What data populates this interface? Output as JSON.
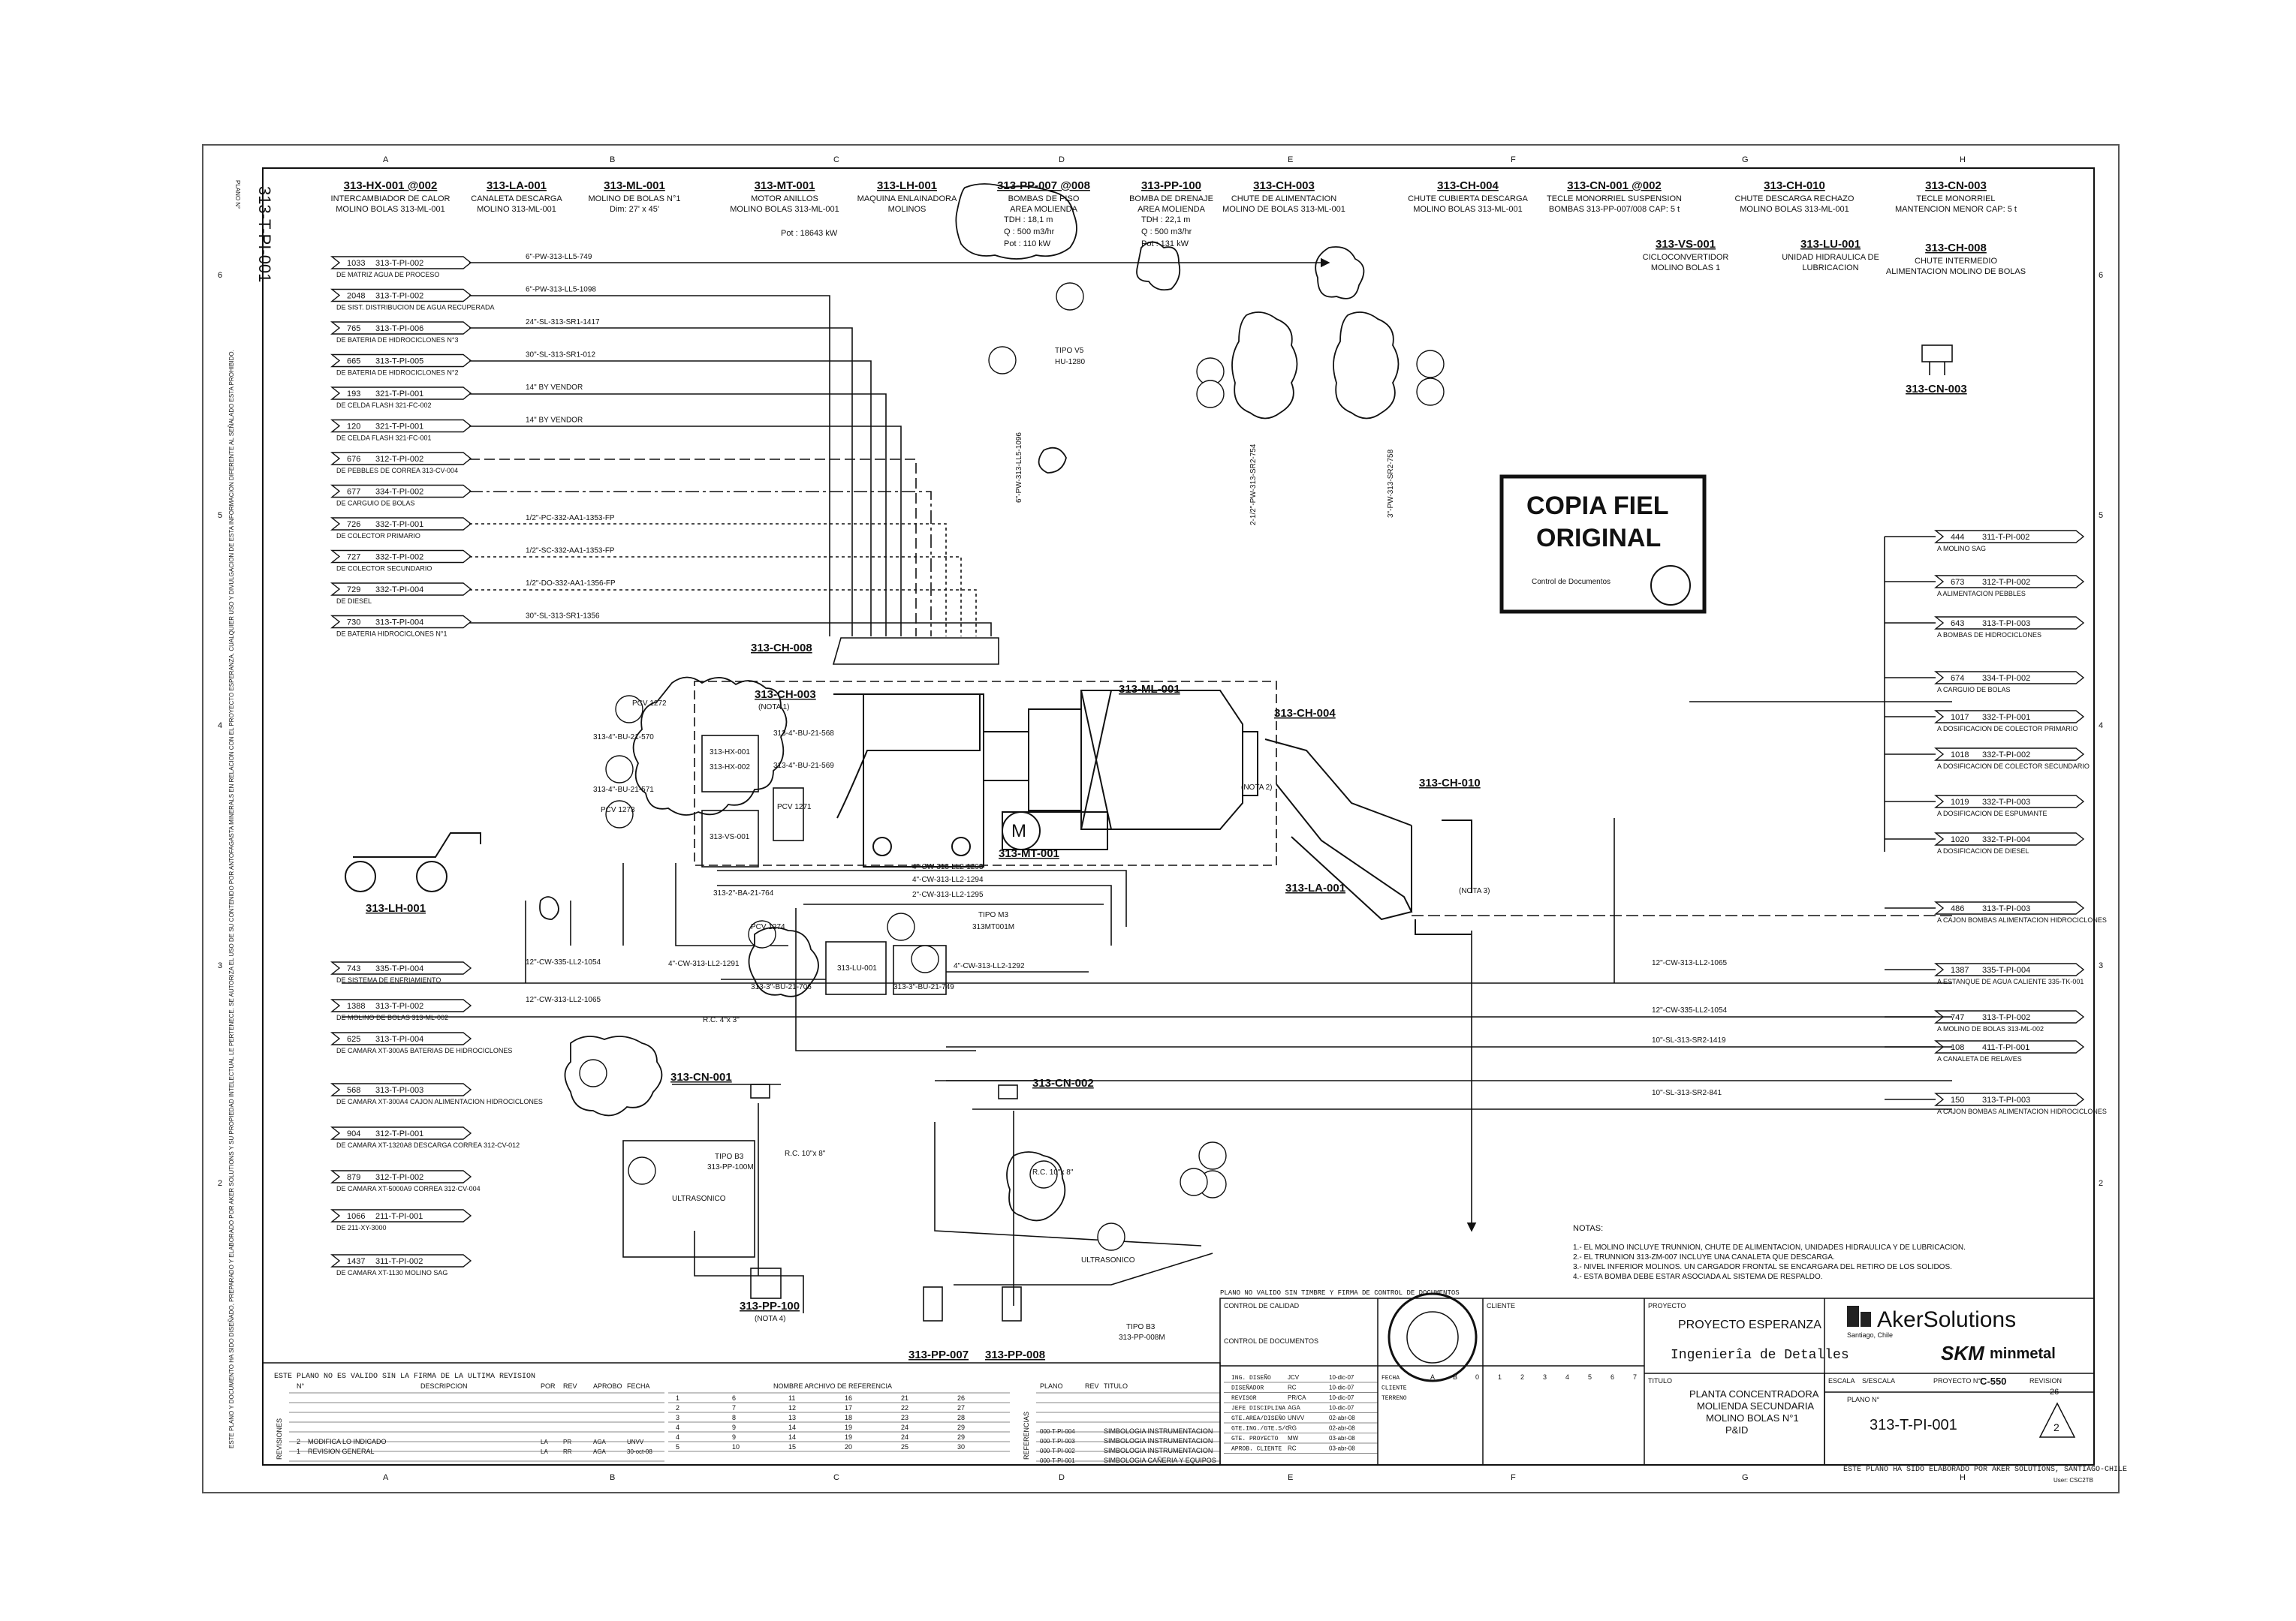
{
  "sheet": {
    "plan_number": "313-T-PI-001",
    "plano_label": "PLANO N°",
    "col_letters": [
      "A",
      "B",
      "C",
      "D",
      "E",
      "F",
      "G",
      "H"
    ],
    "row_numbers": [
      "6",
      "5",
      "4",
      "3",
      "2"
    ],
    "side_note": "ESTE PLANO Y DOCUMENTO HA SIDO DISEÑADO, PREPARADO Y ELABORADO POR AKER SOLUTIONS Y SU PROPIEDAD INTELECTUAL LE PERTENECE. SE AUTORIZA EL USO DE SU CONTENIDO POR ANTOFAGASTA MINERALS EN RELACION CON EL PROYECTO ESPERANZA. CUALQUIER USO Y DIVULGACION DE ESTA INFORMACION DIFERENTE AL SEÑALADO ESTA PROHIBIDO."
  },
  "equipment_headers": [
    {
      "tag": "313-HX-001 @002",
      "desc1": "INTERCAMBIADOR DE CALOR",
      "desc2": "MOLINO BOLAS 313-ML-001"
    },
    {
      "tag": "313-LA-001",
      "desc1": "CANALETA  DESCARGA",
      "desc2": "MOLINO 313-ML-001"
    },
    {
      "tag": "313-ML-001",
      "desc1": "MOLINO DE BOLAS N°1",
      "desc2": "Dim: 27' x 45'"
    },
    {
      "tag": "313-MT-001",
      "desc1": "MOTOR ANILLOS",
      "desc2": "MOLINO BOLAS 313-ML-001"
    },
    {
      "tag": "313-LH-001",
      "desc1": "MAQUINA ENLAINADORA",
      "desc2": "MOLINOS"
    },
    {
      "tag": "313-PP-007 @008",
      "desc1": "BOMBAS DE PISO",
      "desc2": "AREA MOLIENDA"
    },
    {
      "tag": "313-PP-100",
      "desc1": "BOMBA DE DRENAJE",
      "desc2": "AREA MOLIENDA"
    },
    {
      "tag": "313-CH-003",
      "desc1": "CHUTE DE ALIMENTACION",
      "desc2": "MOLINO DE BOLAS 313-ML-001"
    },
    {
      "tag": "313-CH-004",
      "desc1": "CHUTE CUBIERTA DESCARGA",
      "desc2": "MOLINO BOLAS 313-ML-001"
    },
    {
      "tag": "313-CN-001 @002",
      "desc1": "TECLE MONORRIEL SUSPENSION",
      "desc2": "BOMBAS 313-PP-007/008 CAP: 5 t"
    },
    {
      "tag": "313-CH-010",
      "desc1": "CHUTE DESCARGA RECHAZO",
      "desc2": "MOLINO BOLAS 313-ML-001"
    },
    {
      "tag": "313-CN-003",
      "desc1": "TECLE MONORRIEL",
      "desc2": "MANTENCION MENOR CAP: 5 t"
    }
  ],
  "equipment_headers_row2": [
    {
      "tag": "313-VS-001",
      "desc1": "CICLOCONVERTIDOR",
      "desc2": "MOLINO BOLAS 1"
    },
    {
      "tag": "313-LU-001",
      "desc1": "UNIDAD HIDRAULICA DE",
      "desc2": "LUBRICACION"
    },
    {
      "tag": "313-CH-008",
      "desc1": "CHUTE INTERMEDIO",
      "desc2": "ALIMENTACION MOLINO DE BOLAS"
    }
  ],
  "pump_data": {
    "mt_pot": "Pot : 18643 kW",
    "pp007_tdh": "TDH : 18,1 m",
    "pp007_q": "Q : 500 m3/hr",
    "pp007_pot": "Pot : 110 kW",
    "pp100_tdh": "TDH : 22,1 m",
    "pp100_q": "Q : 500 m3/hr",
    "pp100_pot": "Pot : 131 kW"
  },
  "left_connectors": [
    {
      "num": "1033",
      "ref": "313-T-PI-002",
      "desc": "DE MATRIZ AGUA DE PROCESO",
      "line": "6\"-PW-313-LL5-749"
    },
    {
      "num": "2048",
      "ref": "313-T-PI-002",
      "desc": "DE SIST. DISTRIBUCION DE AGUA RECUPERADA",
      "line": "6\"-PW-313-LL5-1098"
    },
    {
      "num": "765",
      "ref": "313-T-PI-006",
      "desc": "DE BATERIA DE HIDROCICLONES N°3",
      "line": "24\"-SL-313-SR1-1417"
    },
    {
      "num": "665",
      "ref": "313-T-PI-005",
      "desc": "DE BATERIA DE HIDROCICLONES N°2",
      "line": "30\"-SL-313-SR1-012"
    },
    {
      "num": "193",
      "ref": "321-T-PI-001",
      "desc": "DE CELDA FLASH 321-FC-002",
      "line": "14\" BY VENDOR"
    },
    {
      "num": "120",
      "ref": "321-T-PI-001",
      "desc": "DE CELDA FLASH 321-FC-001",
      "line": "14\" BY VENDOR"
    },
    {
      "num": "676",
      "ref": "312-T-PI-002",
      "desc": "DE PEBBLES DE CORREA 313-CV-004",
      "line": ""
    },
    {
      "num": "677",
      "ref": "334-T-PI-002",
      "desc": "DE CARGUIO DE BOLAS",
      "line": ""
    },
    {
      "num": "726",
      "ref": "332-T-PI-001",
      "desc": "DE COLECTOR PRIMARIO",
      "line": "1/2\"-PC-332-AA1-1353-FP"
    },
    {
      "num": "727",
      "ref": "332-T-PI-002",
      "desc": "DE COLECTOR SECUNDARIO",
      "line": "1/2\"-SC-332-AA1-1353-FP"
    },
    {
      "num": "729",
      "ref": "332-T-PI-004",
      "desc": "DE DIESEL",
      "line": "1/2\"-DO-332-AA1-1356-FP"
    },
    {
      "num": "730",
      "ref": "313-T-PI-004",
      "desc": "DE BATERIA HIDROCICLONES N°1",
      "line": "30\"-SL-313-SR1-1356"
    }
  ],
  "left_connectors_low": [
    {
      "num": "743",
      "ref": "335-T-PI-004",
      "desc": "DE SISTEMA DE ENFRIAMIENTO",
      "line": "12\"-CW-335-LL2-1054"
    },
    {
      "num": "1388",
      "ref": "313-T-PI-002",
      "desc": "DE MOLINO DE BOLAS 313-ML-002",
      "line": "12\"-CW-313-LL2-1065"
    },
    {
      "num": "625",
      "ref": "313-T-PI-004",
      "desc": "DE CAMARA XT-300A5 BATERIAS DE HIDROCICLONES",
      "line": ""
    },
    {
      "num": "568",
      "ref": "313-T-PI-003",
      "desc": "DE CAMARA XT-300A4 CAJON ALIMENTACION HIDROCICLONES",
      "line": ""
    },
    {
      "num": "904",
      "ref": "312-T-PI-001",
      "desc": "DE CAMARA XT-1320A8 DESCARGA CORREA 312-CV-012",
      "line": ""
    },
    {
      "num": "879",
      "ref": "312-T-PI-002",
      "desc": "DE CAMARA XT-5000A9 CORREA 312-CV-004",
      "line": ""
    },
    {
      "num": "1066",
      "ref": "211-T-PI-001",
      "desc": "DE 211-XY-3000",
      "line": ""
    },
    {
      "num": "1437",
      "ref": "311-T-PI-002",
      "desc": "DE CAMARA XT-1130 MOLINO SAG",
      "line": ""
    }
  ],
  "right_connectors": [
    {
      "num": "444",
      "ref": "311-T-PI-002",
      "desc": "A MOLINO SAG"
    },
    {
      "num": "673",
      "ref": "312-T-PI-002",
      "desc": "A ALIMENTACION PEBBLES"
    },
    {
      "num": "643",
      "ref": "313-T-PI-003",
      "desc": "A BOMBAS DE HIDROCICLONES"
    },
    {
      "num": "674",
      "ref": "334-T-PI-002",
      "desc": "A CARGUIO DE BOLAS"
    },
    {
      "num": "1017",
      "ref": "332-T-PI-001",
      "desc": "A DOSIFICACION DE COLECTOR PRIMARIO"
    },
    {
      "num": "1018",
      "ref": "332-T-PI-002",
      "desc": "A DOSIFICACION DE COLECTOR SECUNDARIO"
    },
    {
      "num": "1019",
      "ref": "332-T-PI-003",
      "desc": "A DOSIFICACION DE ESPUMANTE"
    },
    {
      "num": "1020",
      "ref": "332-T-PI-004",
      "desc": "A DOSIFICACION DE DIESEL"
    }
  ],
  "right_connectors_low": [
    {
      "num": "486",
      "ref": "313-T-PI-003",
      "desc": "A CAJON BOMBAS ALIMENTACION HIDROCICLONES",
      "line": ""
    },
    {
      "num": "1387",
      "ref": "335-T-PI-004",
      "desc": "A ESTANQUE DE AGUA CALIENTE 335-TK-001",
      "line": "12\"-CW-313-LL2-1065"
    },
    {
      "num": "747",
      "ref": "313-T-PI-002",
      "desc": "A MOLINO DE BOLAS 313-ML-002",
      "line": "12\"-CW-335-LL2-1054"
    },
    {
      "num": "108",
      "ref": "411-T-PI-001",
      "desc": "A CANALETA DE RELAVES",
      "line": "10\"-SL-313-SR2-1419"
    },
    {
      "num": "150",
      "ref": "313-T-PI-003",
      "desc": "A CAJON BOMBAS ALIMENTACION HIDROCICLONES",
      "line": "10\"-SL-313-SR2-841"
    }
  ],
  "diagram_tags": {
    "ch008": "313-CH-008",
    "ch003": "313-CH-003",
    "nota1": "(NOTA 1)",
    "ml001": "313-ML-001",
    "mt001": "313-MT-001",
    "ch004": "313-CH-004",
    "ch010": "313-CH-010",
    "la001": "313-LA-001",
    "lh001": "313-LH-001",
    "cn001": "313-CN-001",
    "cn002": "313-CN-002",
    "cn003": "313-CN-003",
    "pp100": "313-PP-100",
    "nota4": "(NOTA 4)",
    "pp007": "313-PP-007",
    "pp008": "313-PP-008",
    "hx001": "313-HX-001",
    "hx002": "313-HX-002",
    "vs001": "313-VS-001",
    "lu001": "313-LU-001",
    "nota2": "(NOTA 2)",
    "nota3": "(NOTA 3)",
    "motor": "M",
    "pcv1271": "PCV 1271",
    "pcv1272": "PCV 1272",
    "pcv1273": "PCV 1273",
    "pcv1274": "PCV 1274",
    "bu570": "313-4\"-BU-21-570",
    "bu571": "313-4\"-BU-21-571",
    "bu568": "313-4\"-BU-21-568",
    "bu569": "313-4\"-BU-21-569",
    "ba764": "313-2\"-BA-21-764",
    "cw1293": "4\"-CW-313-LL2-1293",
    "cw1294": "4\"-CW-313-LL2-1294",
    "cw1295": "2\"-CW-313-LL2-1295",
    "cw1291": "4\"-CW-313-LL2-1291",
    "cw1292": "4\"-CW-313-LL2-1292",
    "bu706": "313-3\"-BU-21-706",
    "bu749": "313-3\"-BU-21-749",
    "pw754": "2-1/2\"-PW-313-SR2-754",
    "pw758": "3\"-PW-313-SR2-758",
    "ll51096": "6\"-PW-313-LL5-1096",
    "tipo_v5": "TIPO V5",
    "hu1280": "HU-1280",
    "tipo_m3": "TIPO M3",
    "m3tag": "313MT001M",
    "tipo_b3a": "TIPO B3",
    "b3a_tag": "313-PP-100M",
    "tipo_b3b": "TIPO B3",
    "b3b_tag": "313-PP-008M",
    "ultrasonico1": "ULTRASONICO",
    "ultrasonico2": "ULTRASONICO",
    "rc": "R.C. 4\"x 3\"",
    "rc2": "R.C. 10\"x 8\"",
    "rc3": "R.C. 10\"x 8\""
  },
  "stamp": {
    "line1": "COPIA  FIEL",
    "line2": "ORIGINAL",
    "sub": "Control de Documentos"
  },
  "notes": {
    "title": "NOTAS:",
    "items": [
      "1.- EL MOLINO INCLUYE TRUNNION, CHUTE DE ALIMENTACION, UNIDADES HIDRAULICA Y DE LUBRICACION.",
      "2.- EL TRUNNION 313-ZM-007 INCLUYE UNA CANALETA QUE DESCARGA.",
      "3.- NIVEL INFERIOR MOLINOS. UN CARGADOR FRONTAL SE ENCARGARA DEL RETIRO DE LOS SOLIDOS.",
      "4.- ESTA BOMBA DEBE ESTAR ASOCIADA AL SISTEMA DE RESPALDO."
    ]
  },
  "title_block": {
    "proyecto_label": "PROYECTO",
    "proyecto": "PROYECTO ESPERANZA",
    "ingenieria": "Ingenierîa de Detalles",
    "titulo_label": "TITULO",
    "title1": "PLANTA CONCENTRADORA",
    "title2": "MOLIENDA SECUNDARIA",
    "title3": "MOLINO BOLAS N°1",
    "title4": "P&ID",
    "escala_label": "ESCALA",
    "escala": "S/ESCALA",
    "proyecto_n_label": "PROYECTO N°",
    "proyecto_n": "C-550",
    "revision_label": "REVISION",
    "revision": "2",
    "sheet_number": "26",
    "plan_label": "PLANO N°",
    "plan": "313-T-PI-001",
    "company": "AkerSolutions",
    "company_sub": "Santiago, Chile",
    "partner1": "SKM",
    "partner2": "minmetal",
    "cliente_label": "CLIENTE",
    "elaborated": "ESTE PLANO HA SIDO ELABORADO POR AKER SOLUTIONS, SANTIAGO-CHILE",
    "stamp_note": "PLANO NO VALIDO SIN TIMBRE Y FIRMA DE CONTROL DE DOCUMENTOS",
    "control_calidad": "CONTROL DE CALIDAD",
    "control_docs": "CONTROL DE DOCUMENTOS",
    "sign_rows": [
      {
        "role": "ING. DISEÑO",
        "firma": "JCV",
        "fecha": "10-dic-07"
      },
      {
        "role": "DISEÑADOR",
        "firma": "RC",
        "fecha": "10-dic-07"
      },
      {
        "role": "REVISOR",
        "firma": "PR/CA",
        "fecha": "10-dic-07"
      },
      {
        "role": "JEFE DISCIPLINA",
        "firma": "AGA",
        "fecha": "10-dic-07"
      },
      {
        "role": "GTE.AREA/DISEÑO",
        "firma": "UNVV",
        "fecha": "02-abr-08"
      },
      {
        "role": "GTE.ING./GTE.S/C",
        "firma": "RG",
        "fecha": "02-abr-08"
      },
      {
        "role": "GTE. PROYECTO",
        "firma": "MW",
        "fecha": "03-abr-08"
      },
      {
        "role": "APROB. CLIENTE",
        "firma": "RC",
        "fecha": "03-abr-08"
      }
    ],
    "cliente_terreno": [
      "FECHA",
      "CLIENTE",
      "TERRENO"
    ],
    "rev_cols": [
      "A",
      "B",
      "0",
      "1",
      "2",
      "3",
      "4",
      "5",
      "6",
      "7"
    ],
    "user": "User: CSC2TB"
  },
  "revision_table": {
    "validity": "ESTE PLANO NO ES VALIDO SIN LA FIRMA DE LA ULTIMA REVISION",
    "headers": [
      "N°",
      "DESCRIPCION",
      "POR",
      "REV",
      "APROBO",
      "FECHA"
    ],
    "rows": [
      {
        "n": "2",
        "desc": "MODIFICA LO INDICADO",
        "por": "LA",
        "rev": "PR",
        "aprobo": "AGA",
        "fecha": "UNVV"
      },
      {
        "n": "1",
        "desc": "REVISION GENERAL",
        "por": "LA",
        "rev": "RR",
        "aprobo": "AGA",
        "fecha": "30-oct-08"
      }
    ],
    "label": "REVISIONES"
  },
  "archive_table": {
    "title": "NOMBRE ARCHIVO DE REFERENCIA",
    "rows": [
      [
        "1",
        "6",
        "11",
        "16",
        "21",
        "26"
      ],
      [
        "2",
        "7",
        "12",
        "17",
        "22",
        "27"
      ],
      [
        "3",
        "8",
        "13",
        "18",
        "23",
        "28"
      ],
      [
        "4",
        "9",
        "14",
        "19",
        "24",
        "29"
      ],
      [
        "4",
        "9",
        "14",
        "19",
        "24",
        "29"
      ],
      [
        "5",
        "10",
        "15",
        "20",
        "25",
        "30"
      ]
    ]
  },
  "references_table": {
    "headers": [
      "PLANO",
      "REV",
      "TITULO"
    ],
    "label": "REFERENCIAS",
    "rows": [
      {
        "plano": "000-T-PI-004",
        "titulo": "SIMBOLOGIA INSTRUMENTACION"
      },
      {
        "plano": "000-T-PI-003",
        "titulo": "SIMBOLOGIA INSTRUMENTACION"
      },
      {
        "plano": "000-T-PI-002",
        "titulo": "SIMBOLOGIA INSTRUMENTACION"
      },
      {
        "plano": "000-T-PI-001",
        "titulo": "SIMBOLOGIA CAÑERIA Y EQUIPOS"
      }
    ]
  }
}
